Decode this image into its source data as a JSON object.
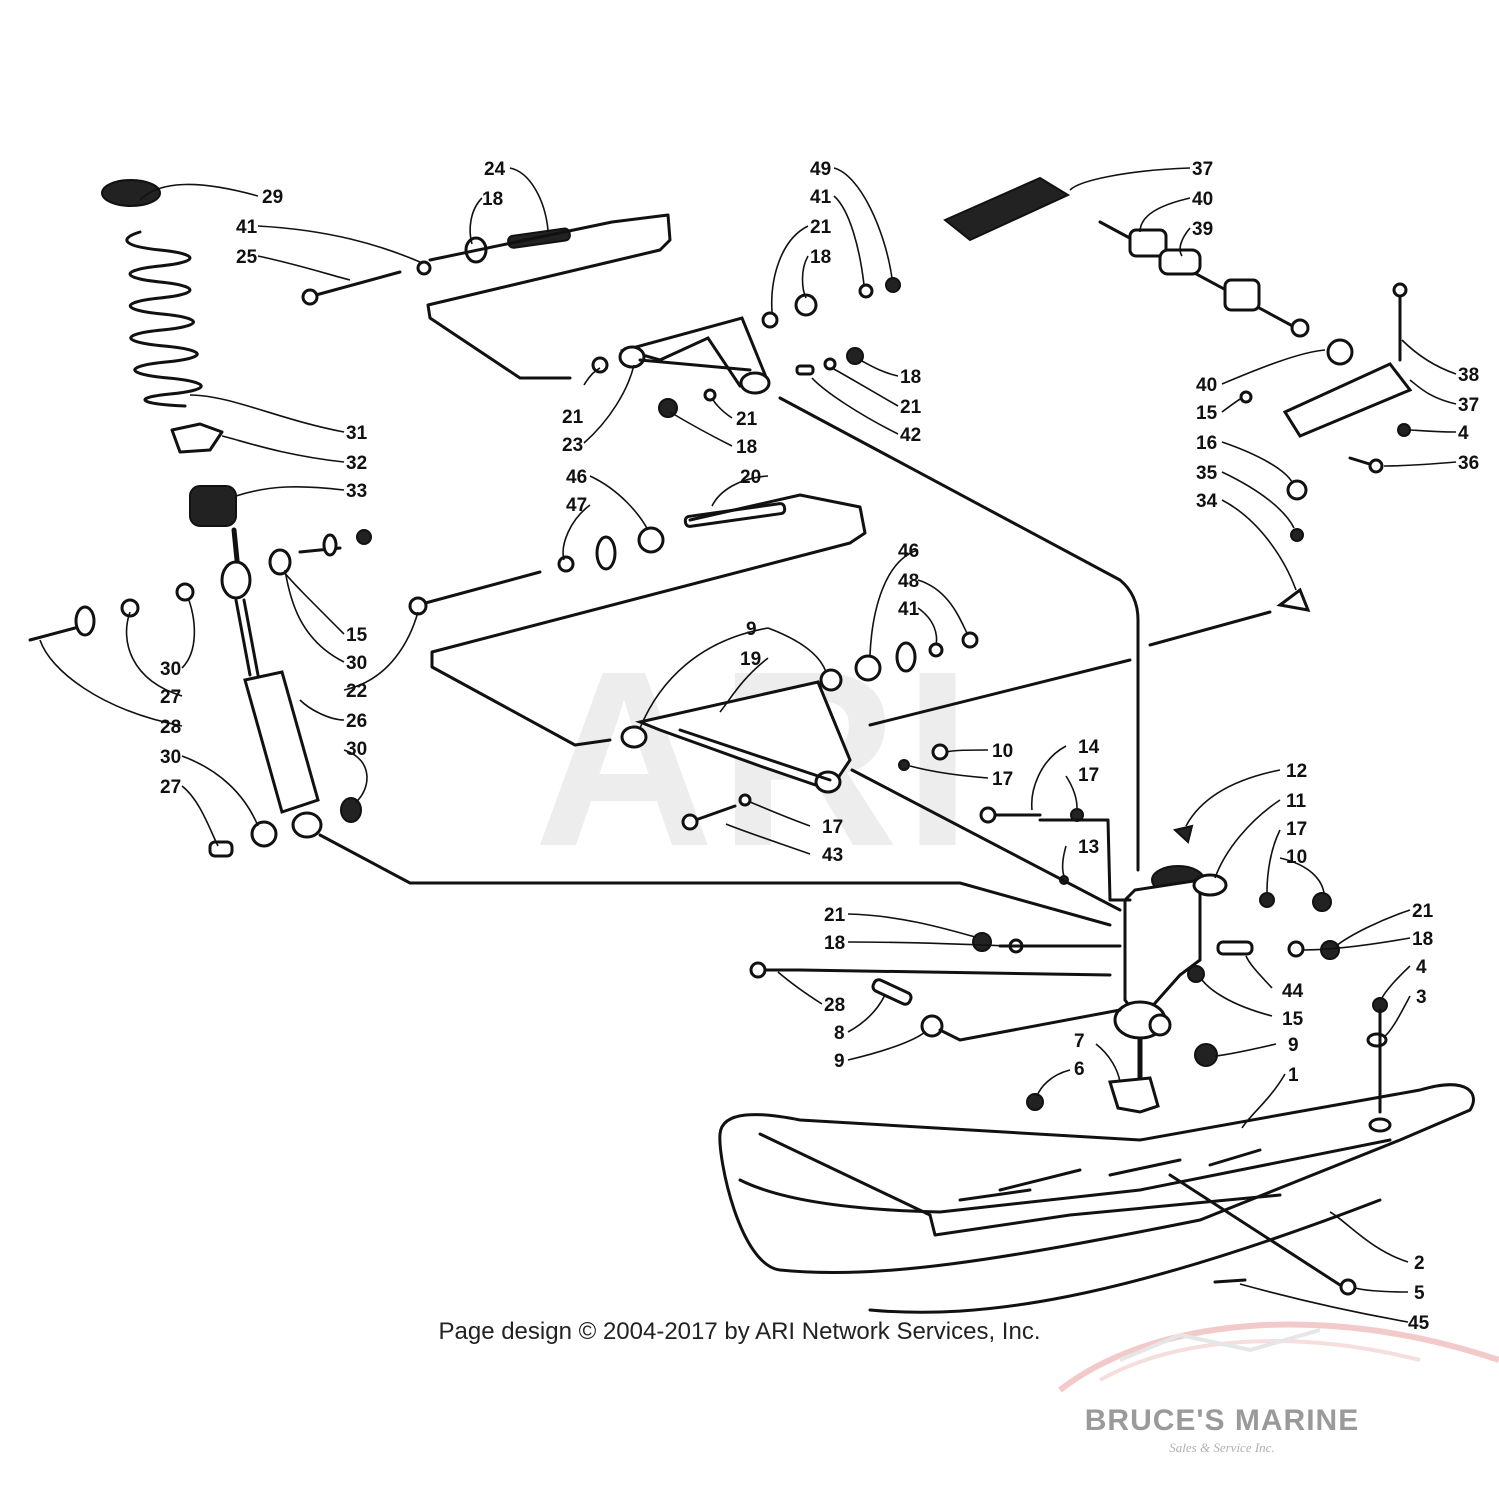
{
  "watermark": "ARI",
  "copyright": "Page design © 2004-2017 by ARI Network Services, Inc.",
  "brand": {
    "name": "BRUCE'S MARINE",
    "tagline": "Sales & Service Inc."
  },
  "callouts": {
    "c29": "29",
    "c41a": "41",
    "c25": "25",
    "c18a": "18",
    "c24": "24",
    "c49": "49",
    "c41b": "41",
    "c21a": "21",
    "c18b": "18",
    "c37a": "37",
    "c40a": "40",
    "c39": "39",
    "c31": "31",
    "c32": "32",
    "c33": "33",
    "c21b": "21",
    "c23": "23",
    "c21c": "21",
    "c18c": "18",
    "c18d": "18",
    "c21d": "21",
    "c42": "42",
    "c38": "38",
    "c40b": "40",
    "c15a": "15",
    "c37b": "37",
    "c4a": "4",
    "c16": "16",
    "c36": "36",
    "c35": "35",
    "c34": "34",
    "c46a": "46",
    "c20": "20",
    "c47": "47",
    "c15b": "15",
    "c30a": "30",
    "c22": "22",
    "c30b": "30",
    "c27a": "27",
    "c28a": "28",
    "c46b": "46",
    "c48": "48",
    "c41c": "41",
    "c9a": "9",
    "c19": "19",
    "c26": "26",
    "c30c": "30",
    "c30d": "30",
    "c27b": "27",
    "c10a": "10",
    "c17a": "17",
    "c14": "14",
    "c17b": "17",
    "c17c": "17",
    "c43": "43",
    "c12": "12",
    "c11": "11",
    "c17d": "17",
    "c10b": "10",
    "c13": "13",
    "c21e": "21",
    "c18e": "18",
    "c21f": "21",
    "c18f": "18",
    "c44": "44",
    "c28b": "28",
    "c15c": "15",
    "c4b": "4",
    "c3": "3",
    "c8": "8",
    "c9b": "9",
    "c9c": "9",
    "c7": "7",
    "c6": "6",
    "c1": "1",
    "c2": "2",
    "c5": "5",
    "c45": "45"
  }
}
